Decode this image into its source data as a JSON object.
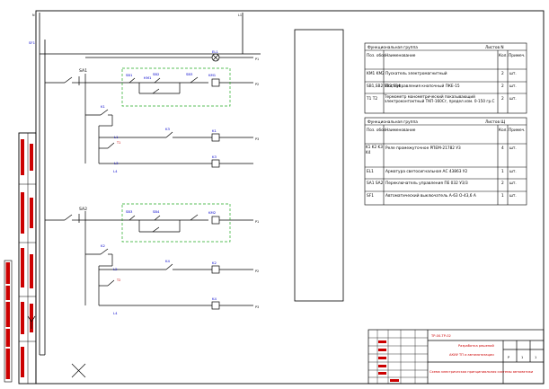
{
  "circuit1": {
    "selector": "SA1",
    "lamp": "EL1",
    "km_coil": "KM1",
    "km_aux": "КМ1",
    "sb_stop": "SB1",
    "sb_start": "SB2",
    "sb_other": "SB3",
    "sensor": "T1",
    "k_labels": [
      "K1",
      "K3"
    ],
    "coils": [
      "K1",
      "K3"
    ],
    "wire_labels": [
      "L1",
      "L3",
      "L2",
      "L4"
    ],
    "tags": [
      "P1",
      "P2",
      "P3"
    ]
  },
  "circuit2": {
    "selector": "SA2",
    "km_coil": "KM2",
    "sb_stop": "SB3",
    "sb_start": "SB4",
    "sensor": "T2",
    "k_labels": [
      "K2",
      "K4"
    ],
    "coils": [
      "K2",
      "K4"
    ],
    "wire_labels": [
      "L2",
      "L4"
    ],
    "tags": [
      "P1",
      "P2",
      "P3"
    ]
  },
  "power": {
    "switch": "SF1",
    "terminals": [
      "N",
      "L1"
    ]
  },
  "table1": {
    "header": {
      "group": "Функциональная группа",
      "sheet": "Листов N"
    },
    "columns": [
      "Поз. обоз.",
      "Наименование",
      "Кол.",
      "Примеч."
    ],
    "rows": [
      {
        "pos": "KM1 KM2",
        "name": "Пускатель электромагнитный",
        "qty": "2",
        "note": "шт."
      },
      {
        "pos": "SB1,SB2 SB3,SB4",
        "name": "Пост управления кнопочный ПКЕ-15",
        "qty": "2",
        "note": "шт."
      },
      {
        "pos": "T1 T2",
        "name": "Термометр манометрический показывающий электроконтактный ТКП-160Сг, предел изм. 0-150 гр.С",
        "qty": "2",
        "note": "шт."
      }
    ]
  },
  "table2": {
    "header": {
      "group": "Функциональная группа",
      "sheet": "Листов Щ"
    },
    "columns": [
      "Поз. обоз.",
      "Наименование",
      "Кол.",
      "Примеч."
    ],
    "rows": [
      {
        "pos": "K1 K2 K3 K4",
        "name": "Реле промежуточное РПЕМ-21782 У3",
        "qty": "4",
        "note": "шт."
      },
      {
        "pos": "EL1",
        "name": "Арматура светосигнальная АС 43863 У2",
        "qty": "1",
        "note": "шт."
      },
      {
        "pos": "SA1 SA2",
        "name": "Переключатель управления ПЕ 032 У3/3",
        "qty": "2",
        "note": "шт."
      },
      {
        "pos": "SF1",
        "name": "Автоматический выключатель А-63 О-43,6 А",
        "qty": "1",
        "note": "шт."
      }
    ]
  },
  "title_block": {
    "code": "ТР-00-ТР-02",
    "title_line1": "Разработка решений",
    "title_line2": "АКИУ ТП и автоматизации",
    "org": "Схема электрическая принципиальная системы автоматики",
    "stage": "Р",
    "sheet": "1",
    "sheets": "1"
  },
  "colors": {
    "line": "#000000",
    "accent_blue": "#0000cc",
    "accent_red": "#cc0000",
    "dashed_box": "#22aa22",
    "sidebar_red": "#cc0000"
  }
}
